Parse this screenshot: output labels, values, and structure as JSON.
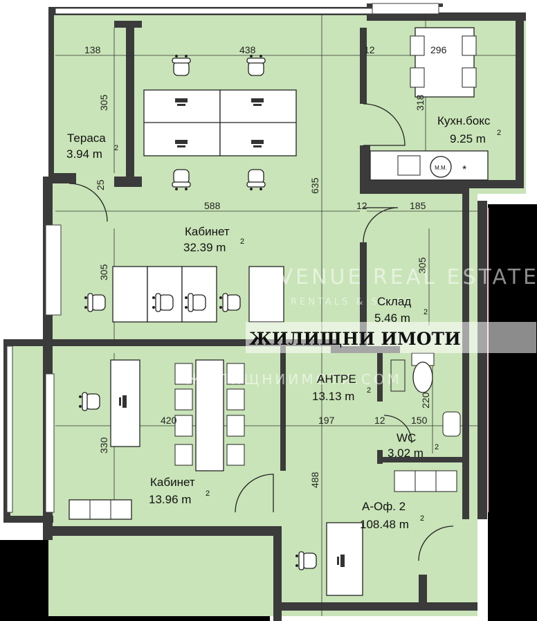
{
  "colors": {
    "floor": "#c9e4b8",
    "wall": "#3b3b3b",
    "furniture": "#ffffff",
    "outside": "#000000",
    "pink_edge": "#f4c9d3"
  },
  "rooms": {
    "terrace": {
      "name": "Тераса",
      "area": "3.94 m",
      "sup": "2"
    },
    "kitchen": {
      "name": "Кухн.бокс",
      "area": "9.25 m",
      "sup": "2"
    },
    "office_big": {
      "name": "Кабинет",
      "area": "32.39 m",
      "sup": "2"
    },
    "storage": {
      "name": "Склад",
      "area": "5.46 m",
      "sup": "2"
    },
    "hall": {
      "name": "АНТРЕ",
      "area": "13.13 m",
      "sup": "2"
    },
    "wc": {
      "name": "WC",
      "area": "3.02 m",
      "sup": "2"
    },
    "office_small": {
      "name": "Кабинет",
      "area": "13.96 m",
      "sup": "2"
    },
    "unit": {
      "name": "А-Оф. 2",
      "area": "108.48 m",
      "sup": "2"
    }
  },
  "dimensions": {
    "d138": "138",
    "d438": "438",
    "d296": "296",
    "d305a": "305",
    "d635": "635",
    "d318": "318",
    "d588": "588",
    "d12a": "12",
    "d185": "185",
    "d305b": "305",
    "d305c": "305",
    "d420": "420",
    "d197": "197",
    "d12b": "12",
    "d150": "150",
    "d330": "330",
    "d220": "220",
    "d488": "488",
    "d12c": "12",
    "d25": "25"
  },
  "appliance": {
    "meter": "М.М.",
    "star": "*"
  },
  "watermark": {
    "line1": "AVENUE REAL ESTATE",
    "line2": "ЖИЛИЩНИ ИМОТИ",
    "line3": "RENTALS & SALES",
    "line4": "ЖИЛИЩНИИМОТИ.COM"
  }
}
